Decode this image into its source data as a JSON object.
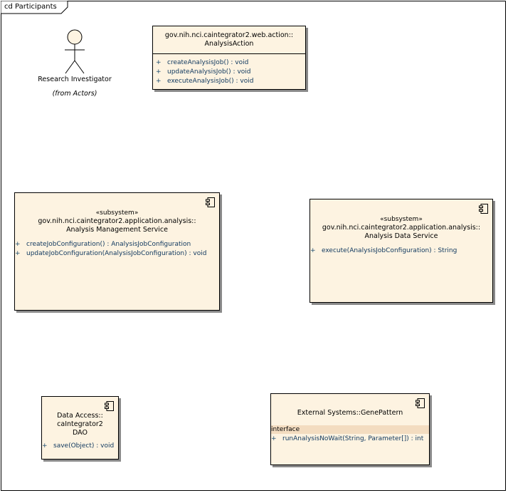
{
  "frame": {
    "label": "cd Participants"
  },
  "actor": {
    "name": "Research Investigator",
    "from": "(from Actors)"
  },
  "analysis_action": {
    "name_line1": "gov.nih.nci.caintegrator2.web.action::",
    "name_line2": "AnalysisAction",
    "operations": [
      {
        "vis": "+",
        "sig": "createAnalysisJob() : void"
      },
      {
        "vis": "+",
        "sig": "updateAnalysisJob() : void"
      },
      {
        "vis": "+",
        "sig": "executeAnalysisJob() : void"
      }
    ]
  },
  "mgmt_service": {
    "stereotype": "«subsystem»",
    "name_line1": "gov.nih.nci.caintegrator2.application.analysis::",
    "name_line2": "Analysis Management Service",
    "operations": [
      {
        "vis": "+",
        "sig": "createJobConfiguration() : AnalysisJobConfiguration"
      },
      {
        "vis": "+",
        "sig": "updateJobConfiguration(AnalysisJobConfiguration) : void"
      }
    ]
  },
  "data_service": {
    "stereotype": "«subsystem»",
    "name_line1": "gov.nih.nci.caintegrator2.application.analysis::",
    "name_line2": "Analysis Data Service",
    "operations": [
      {
        "vis": "+",
        "sig": "execute(AnalysisJobConfiguration) : String"
      }
    ]
  },
  "dao": {
    "name_line1": "Data Access::",
    "name_line2": "caIntegrator2",
    "name_line3": "DAO",
    "operations": [
      {
        "vis": "+",
        "sig": "save(Object) : void"
      }
    ]
  },
  "genepattern": {
    "name": "External Systems::GenePattern",
    "section_label": "interface",
    "operations": [
      {
        "vis": "+",
        "sig": "runAnalysisNoWait(String, Parameter[]) : int"
      }
    ]
  },
  "icons": {
    "actor": "stick-figure-icon",
    "component": "component-icon"
  }
}
